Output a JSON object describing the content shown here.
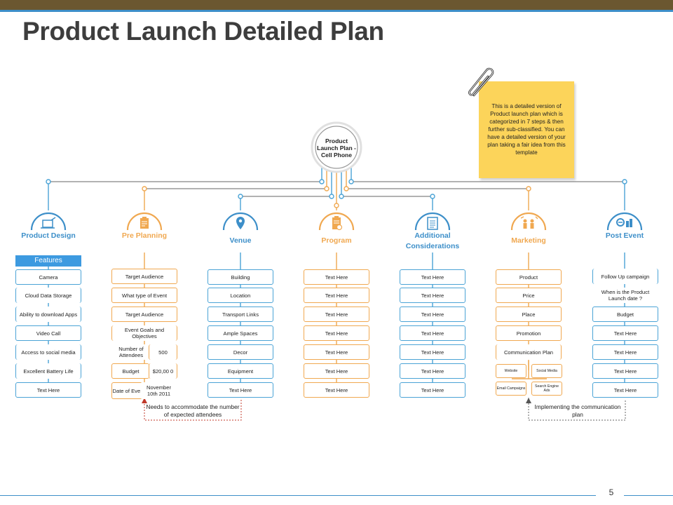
{
  "title": "Product Launch Detailed Plan",
  "center": "Product Launch Plan - Cell Phone",
  "note": "This is a detailed version of Product launch plan which is categorized in 7 steps & then further sub-classified. You can have a detailed version of your plan taking a fair idea from this template",
  "colors": {
    "blue": "#4aa3d6",
    "orange": "#f0a850",
    "gray": "#999999",
    "features_bg": "#3d9ae0",
    "note_bg": "#fcd45a"
  },
  "categories": [
    {
      "title": "Product Design",
      "color": "#3d8fc9",
      "icon": "laptop-icon"
    },
    {
      "title": "Pre Planning",
      "color": "#f0a850",
      "icon": "clipboard-icon"
    },
    {
      "title": "Venue",
      "color": "#3d8fc9",
      "icon": "location-pin-icon"
    },
    {
      "title": "Program",
      "color": "#f0a850",
      "icon": "program-clipboard-icon"
    },
    {
      "title": "Additional Considerations",
      "color": "#3d8fc9",
      "icon": "checklist-icon"
    },
    {
      "title": "Marketing",
      "color": "#f0a850",
      "icon": "people-megaphone-icon"
    },
    {
      "title": "Post Event",
      "color": "#3d8fc9",
      "icon": "search-chart-icon"
    }
  ],
  "features_label": "Features",
  "product_design": [
    "Camera",
    "Cloud Data Storage",
    "Ability to download Apps",
    "Video Call",
    "Access to social media",
    "Excellent Battery Life",
    "Text Here"
  ],
  "pre_planning": {
    "items": [
      "Target Audience",
      "What type of Event",
      "Target Audience",
      "Event Goals and Objectives"
    ],
    "attendees_label": "Number of Attendees",
    "attendees_value": "500",
    "budget_label": "Budget",
    "budget_value": "$20,00 0",
    "date_label": "Date of Event",
    "date_value": "November 10th 2011"
  },
  "venue": [
    "Building",
    "Location",
    "Transport Links",
    "Ample Spaces",
    "Decor",
    "Equipment",
    "Text Here"
  ],
  "program": [
    "Text Here",
    "Text Here",
    "Text Here",
    "Text Here",
    "Text Here",
    "Text Here",
    "Text Here"
  ],
  "additional": [
    "Text Here",
    "Text Here",
    "Text Here",
    "Text Here",
    "Text Here",
    "Text Here",
    "Text Here"
  ],
  "marketing": {
    "items": [
      "Product",
      "Price",
      "Place",
      "Promotion",
      "Communication Plan"
    ],
    "sub": [
      "Website",
      "Social Media",
      "Email Campaigns",
      "Search Engine Ads"
    ]
  },
  "post_event": [
    "Follow Up campaign",
    "When is the Product Launch date ?",
    "Budget",
    "Text Here",
    "Text Here",
    "Text Here",
    "Text Here"
  ],
  "callout_left": "Needs to accommodate the number of expected attendees",
  "callout_right": "Implementing the communication plan",
  "page_number": "5"
}
